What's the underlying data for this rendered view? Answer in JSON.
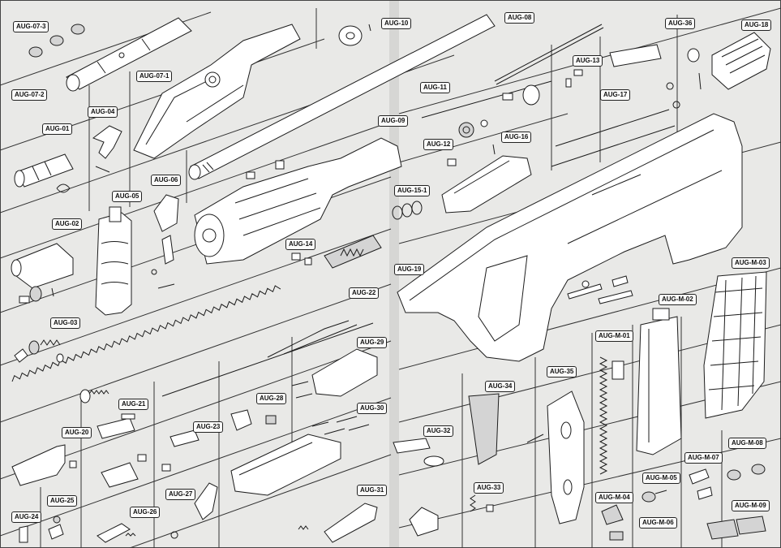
{
  "labels": {
    "aug_07_3": "AUG-07-3",
    "aug_07_2": "AUG-07-2",
    "aug_07_1": "AUG-07-1",
    "aug_10": "AUG-10",
    "aug_08": "AUG-08",
    "aug_36": "AUG-36",
    "aug_18": "AUG-18",
    "aug_13": "AUG-13",
    "aug_04": "AUG-04",
    "aug_01": "AUG-01",
    "aug_11": "AUG-11",
    "aug_17": "AUG-17",
    "aug_09": "AUG-09",
    "aug_12": "AUG-12",
    "aug_16": "AUG-16",
    "aug_05": "AUG-05",
    "aug_06": "AUG-06",
    "aug_02": "AUG-02",
    "aug_15_1": "AUG-15-1",
    "aug_14": "AUG-14",
    "aug_19": "AUG-19",
    "aug_m_03": "AUG-M-03",
    "aug_22": "AUG-22",
    "aug_03": "AUG-03",
    "aug_m_02": "AUG-M-02",
    "aug_m_01": "AUG-M-01",
    "aug_29": "AUG-29",
    "aug_35": "AUG-35",
    "aug_34": "AUG-34",
    "aug_28": "AUG-28",
    "aug_21": "AUG-21",
    "aug_30": "AUG-30",
    "aug_20": "AUG-20",
    "aug_23": "AUG-23",
    "aug_32": "AUG-32",
    "aug_m_08": "AUG-M-08",
    "aug_m_07": "AUG-M-07",
    "aug_m_05": "AUG-M-05",
    "aug_25": "AUG-25",
    "aug_27": "AUG-27",
    "aug_31": "AUG-31",
    "aug_33": "AUG-33",
    "aug_m_04": "AUG-M-04",
    "aug_m_09": "AUG-M-09",
    "aug_26": "AUG-26",
    "aug_24": "AUG-24",
    "aug_m_06": "AUG-M-06"
  },
  "colors": {
    "page": "#e9e9e7",
    "ink": "#1c1c1c",
    "label_bg": "#fbfbfa"
  }
}
